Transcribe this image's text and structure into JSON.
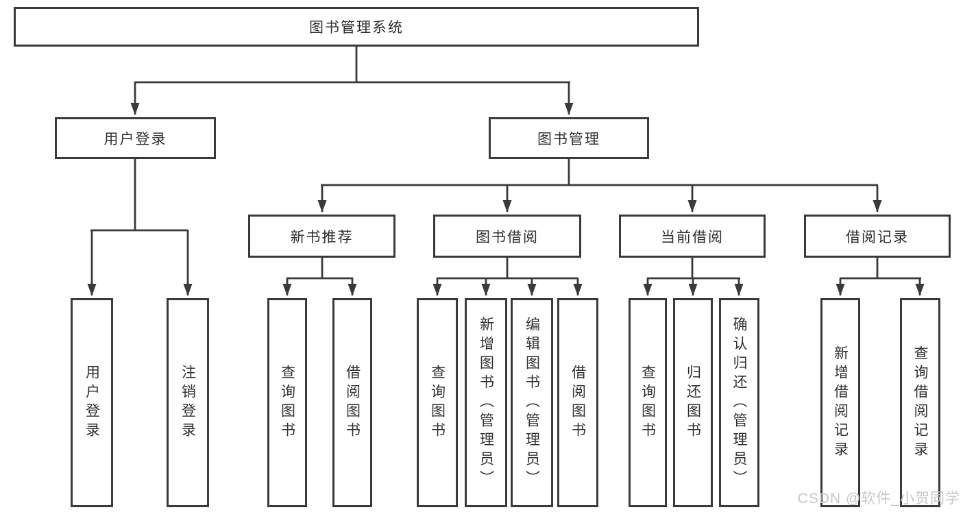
{
  "diagram_type": "hierarchy-tree",
  "colors": {
    "line": "#3a3a3a",
    "box_border": "#3a3a3a",
    "text": "#303030",
    "background": "#ffffff",
    "watermark": "#c7c7cc"
  },
  "tree": {
    "label": "图书管理系统",
    "children": [
      {
        "label": "用户登录",
        "children": [
          {
            "label": "用户登录"
          },
          {
            "label": "注销登录"
          }
        ]
      },
      {
        "label": "图书管理",
        "children": [
          {
            "label": "新书推荐",
            "children": [
              {
                "label": "查询图书"
              },
              {
                "label": "借阅图书"
              }
            ]
          },
          {
            "label": "图书借阅",
            "children": [
              {
                "label": "查询图书"
              },
              {
                "label": "新增图书（管理员）"
              },
              {
                "label": "编辑图书（管理员）"
              },
              {
                "label": "借阅图书"
              }
            ]
          },
          {
            "label": "当前借阅",
            "children": [
              {
                "label": "查询图书"
              },
              {
                "label": "归还图书"
              },
              {
                "label": "确认归还（管理员）"
              }
            ]
          },
          {
            "label": "借阅记录",
            "children": [
              {
                "label": "新增借阅记录"
              },
              {
                "label": "查询借阅记录"
              }
            ]
          }
        ]
      }
    ]
  },
  "watermark": {
    "text": "CSDN @软件_小贺同学"
  }
}
